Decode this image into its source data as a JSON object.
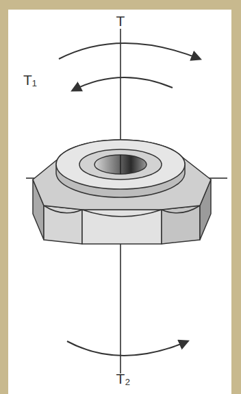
{
  "diagram": {
    "labels": [
      "T",
      "T₁",
      "T₂"
    ]
  }
}
